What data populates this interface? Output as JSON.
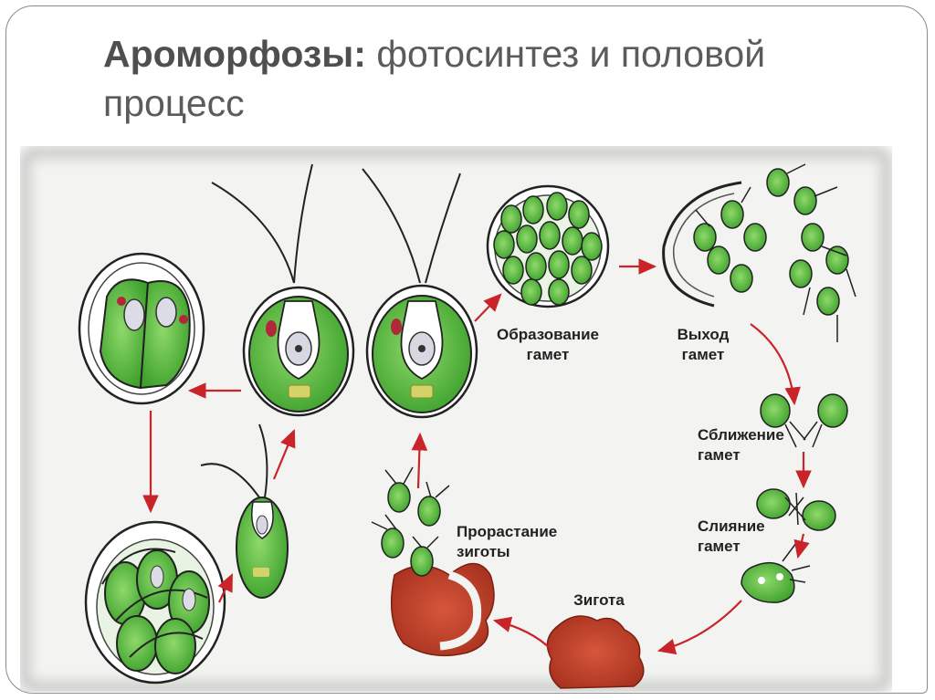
{
  "slide": {
    "title_bold": "Ароморфозы:",
    "title_rest": " фотосинтез и половой процесс"
  },
  "diagram": {
    "labels": {
      "gamete_formation_1": "Образование",
      "gamete_formation_2": "гамет",
      "gamete_exit_1": "Выход",
      "gamete_exit_2": "гамет",
      "gamete_approach_1": "Сближение",
      "gamete_approach_2": "гамет",
      "gamete_fusion_1": "Слияние",
      "gamete_fusion_2": "гамет",
      "zygote": "Зигота",
      "zygote_germ_1": "Прорастание",
      "zygote_germ_2": "зиготы"
    },
    "colors": {
      "cell_green": "#4fb83a",
      "arrow_red": "#c8242a",
      "zygote_red": "#c0442c",
      "outline": "#1e1e1e"
    }
  }
}
